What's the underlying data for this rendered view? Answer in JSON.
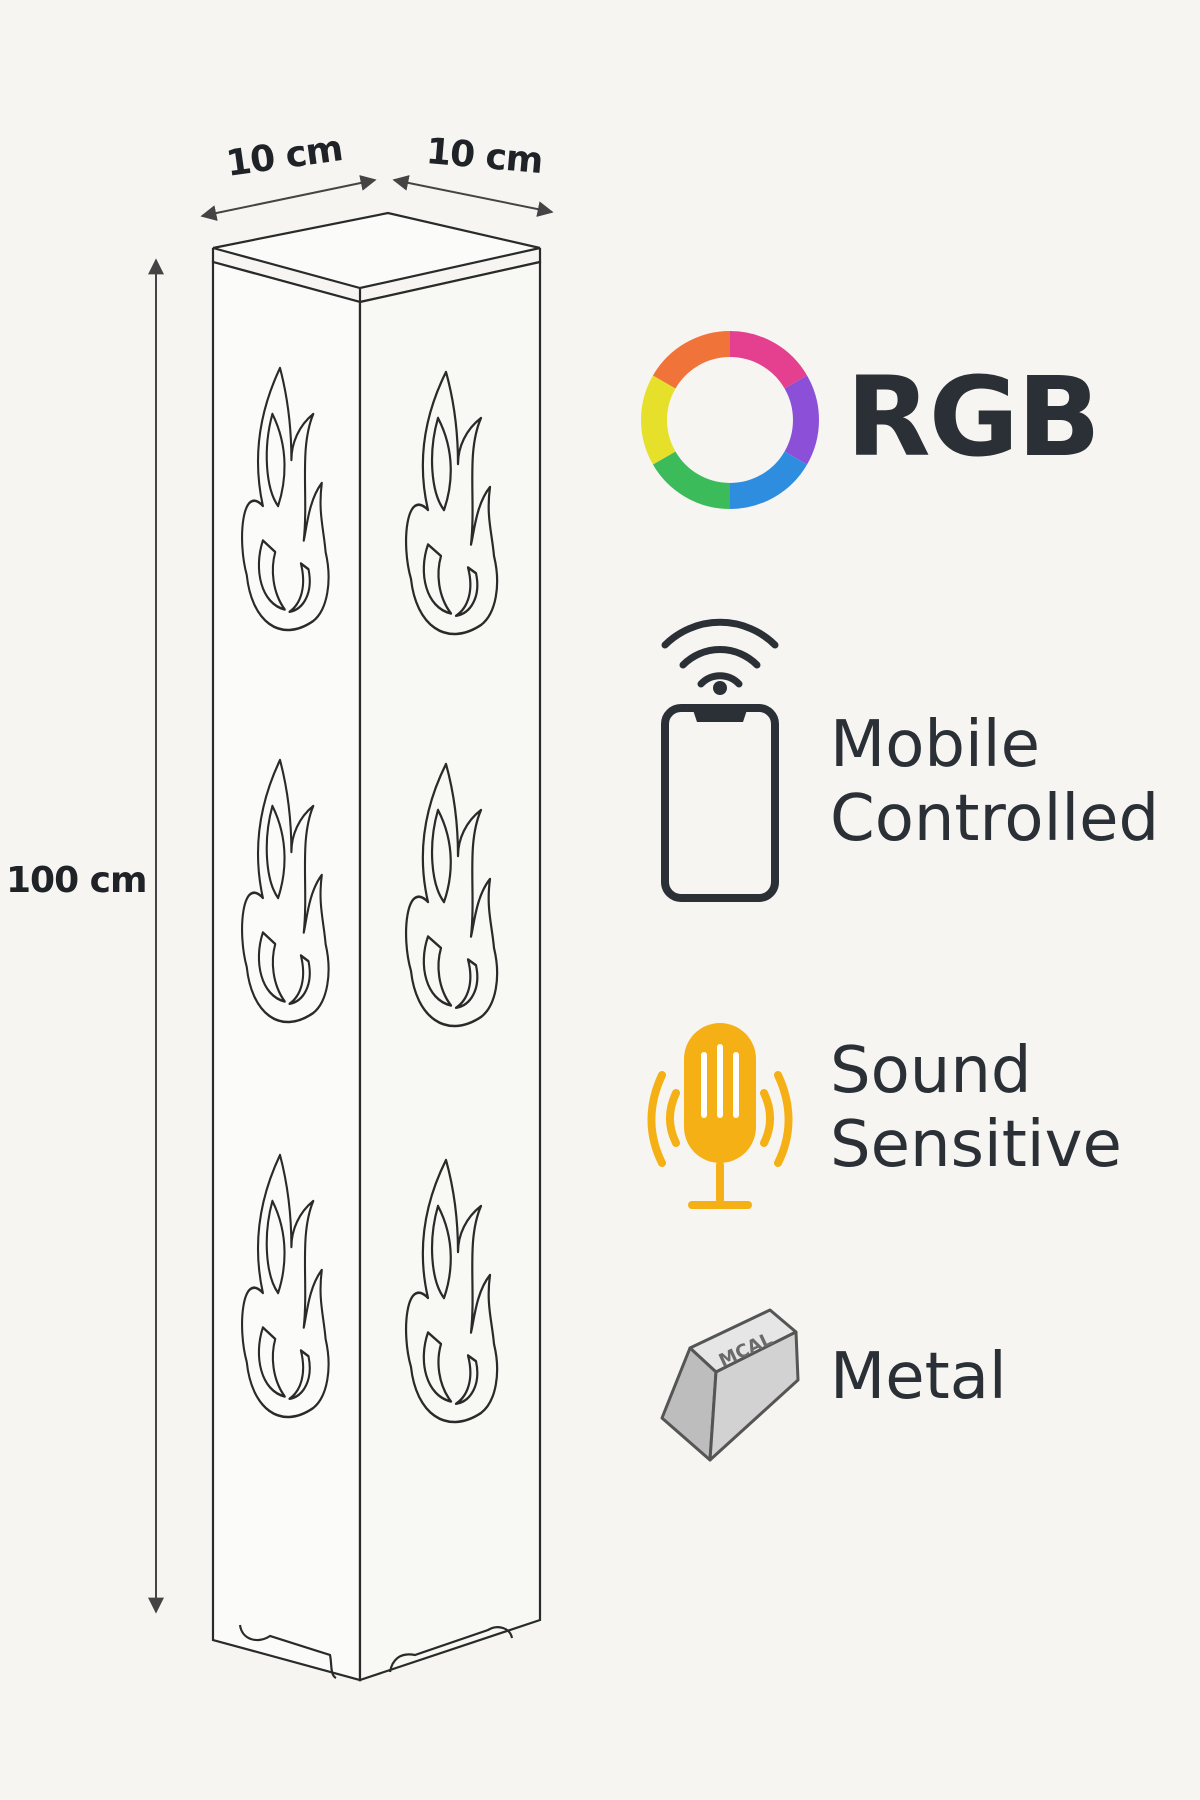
{
  "dimensions": {
    "width_label": "10 cm",
    "depth_label": "10 cm",
    "height_label": "100 cm"
  },
  "features": {
    "rgb": {
      "label": "RGB",
      "icon": "rgb-color-ring-icon"
    },
    "mobile": {
      "line1": "Mobile",
      "line2": "Controlled",
      "icon": "smartphone-wifi-icon"
    },
    "sound": {
      "line1": "Sound",
      "line2": "Sensitive",
      "icon": "microphone-icon"
    },
    "metal": {
      "label": "Metal",
      "icon": "metal-ingot-icon",
      "ingot_text": "MCAL"
    }
  },
  "colors": {
    "text": "#2b3036",
    "line": "#2a2a2a",
    "mic": "#f5b016",
    "background": "#f6f5f2"
  }
}
